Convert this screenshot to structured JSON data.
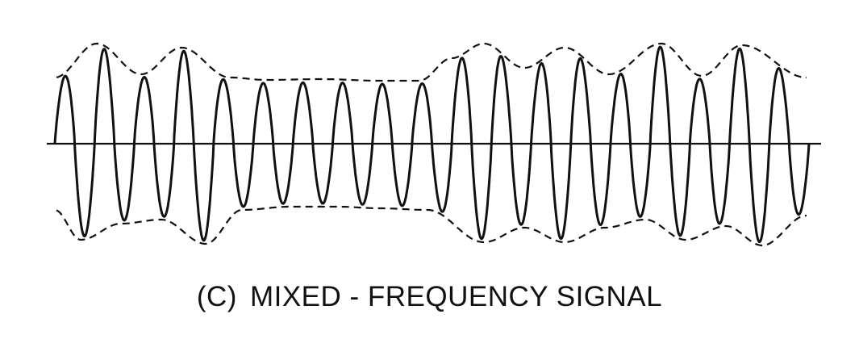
{
  "caption": {
    "tag": "(C)",
    "title": "MIXED - FREQUENCY SIGNAL"
  },
  "colors": {
    "ink": "#111111",
    "background": "#ffffff"
  },
  "diagram": {
    "signal": {
      "cycles": 19,
      "style": "solid"
    },
    "envelope": {
      "style": "dashed",
      "description_shape": "modulating envelope: large at edges, flat in middle"
    },
    "baseline": {
      "style": "solid"
    }
  }
}
